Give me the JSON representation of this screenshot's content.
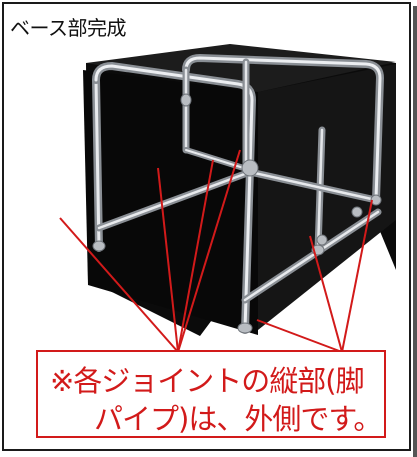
{
  "title": "ベース部完成",
  "callout": {
    "line1": "※各ジョイントの縦部(脚",
    "line2": "パイプ)は、外側です。"
  },
  "colors": {
    "accent": "#d21a1a",
    "box": "#0d0d0d",
    "pipe": "#c9ccd0"
  }
}
